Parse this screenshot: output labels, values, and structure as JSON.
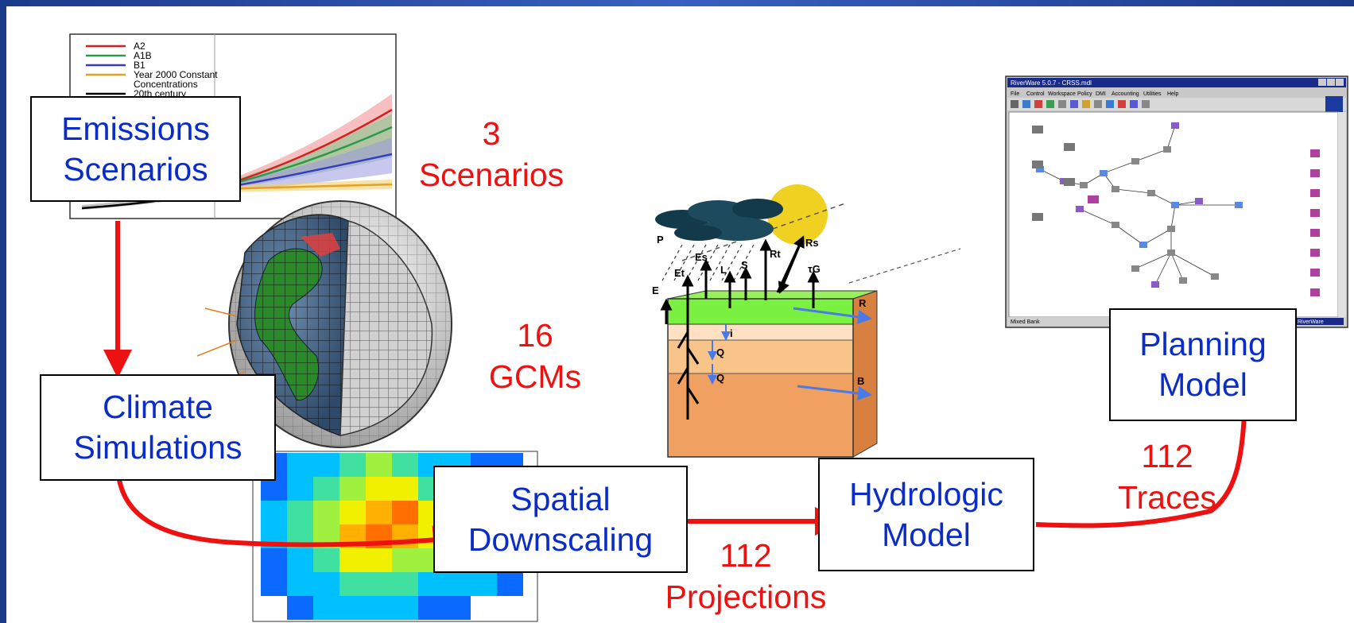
{
  "colors": {
    "box_text": "#0a2cc8",
    "annotation": "#ee1111",
    "arrow": "#ee1111",
    "frame": "#1a3a8a"
  },
  "boxes": {
    "emissions": [
      "Emissions",
      "Scenarios"
    ],
    "climate": [
      "Climate",
      "Simulations"
    ],
    "spatial": [
      "Spatial",
      "Downscaling"
    ],
    "hydrologic": [
      "Hydrologic",
      "Model"
    ],
    "planning": [
      "Planning",
      "Model"
    ]
  },
  "annotations": {
    "scenarios": [
      "3",
      "Scenarios"
    ],
    "gcms": [
      "16",
      "GCMs"
    ],
    "projections": [
      "112",
      "Projections"
    ],
    "traces": [
      "112",
      "Traces"
    ]
  },
  "emissions_chart": {
    "legend": [
      "A2",
      "A1B",
      "B1",
      "Year 2000 Constant",
      "Concentrations",
      "20th century"
    ],
    "legend_colors": [
      "#d62020",
      "#2a9a4a",
      "#3a3ac0",
      "#e8a020",
      "#000000"
    ]
  },
  "hydro_figure": {
    "labels": [
      "P",
      "E",
      "Et",
      "Es",
      "L",
      "S",
      "Rt",
      "Rs",
      "τG",
      "R",
      "B",
      "Q",
      "Q",
      "i"
    ]
  },
  "planning_window": {
    "title": "RiverWare 5.0.7 - CRSS.mdl",
    "menu": [
      "File",
      "Control",
      "Workspace",
      "Policy",
      "DMI",
      "Accounting",
      "Utilities",
      "Help"
    ],
    "status": "Mixed Bank",
    "logo": "RiverWare"
  }
}
